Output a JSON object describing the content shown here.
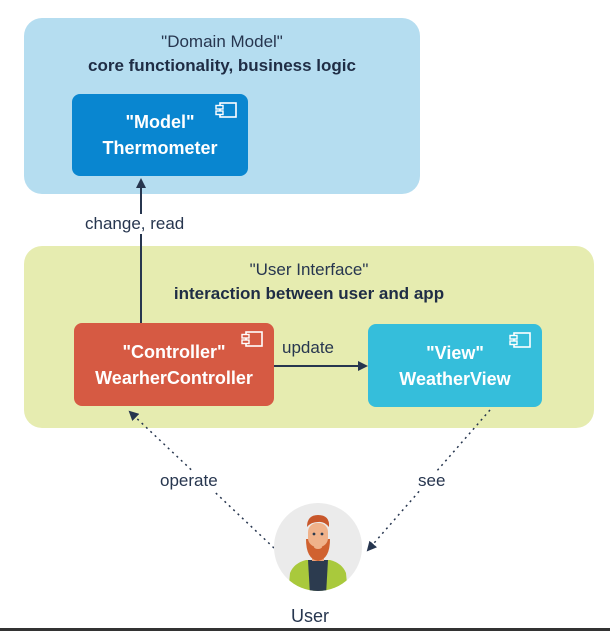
{
  "groups": {
    "domain": {
      "title": "\"Domain Model\"",
      "subtitle": "core functionality, business logic"
    },
    "ui": {
      "title": "\"User Interface\"",
      "subtitle": "interaction between user and app"
    }
  },
  "components": {
    "model": {
      "stereotype": "\"Model\"",
      "name": "Thermometer",
      "color": "#0986d0"
    },
    "controller": {
      "stereotype": "\"Controller\"",
      "name": "WearherController",
      "color": "#d65a43"
    },
    "view": {
      "stereotype": "\"View\"",
      "name": "WeatherView",
      "color": "#35bedb"
    }
  },
  "edges": {
    "controller_to_model": "change, read",
    "controller_to_view": "update",
    "user_to_controller": "operate",
    "view_to_user": "see"
  },
  "actor": {
    "label": "User",
    "icon": "user-avatar-icon"
  },
  "colors": {
    "domain_group": "#b5ddf0",
    "ui_group": "#e6ecb0",
    "arrow": "#27364f"
  }
}
